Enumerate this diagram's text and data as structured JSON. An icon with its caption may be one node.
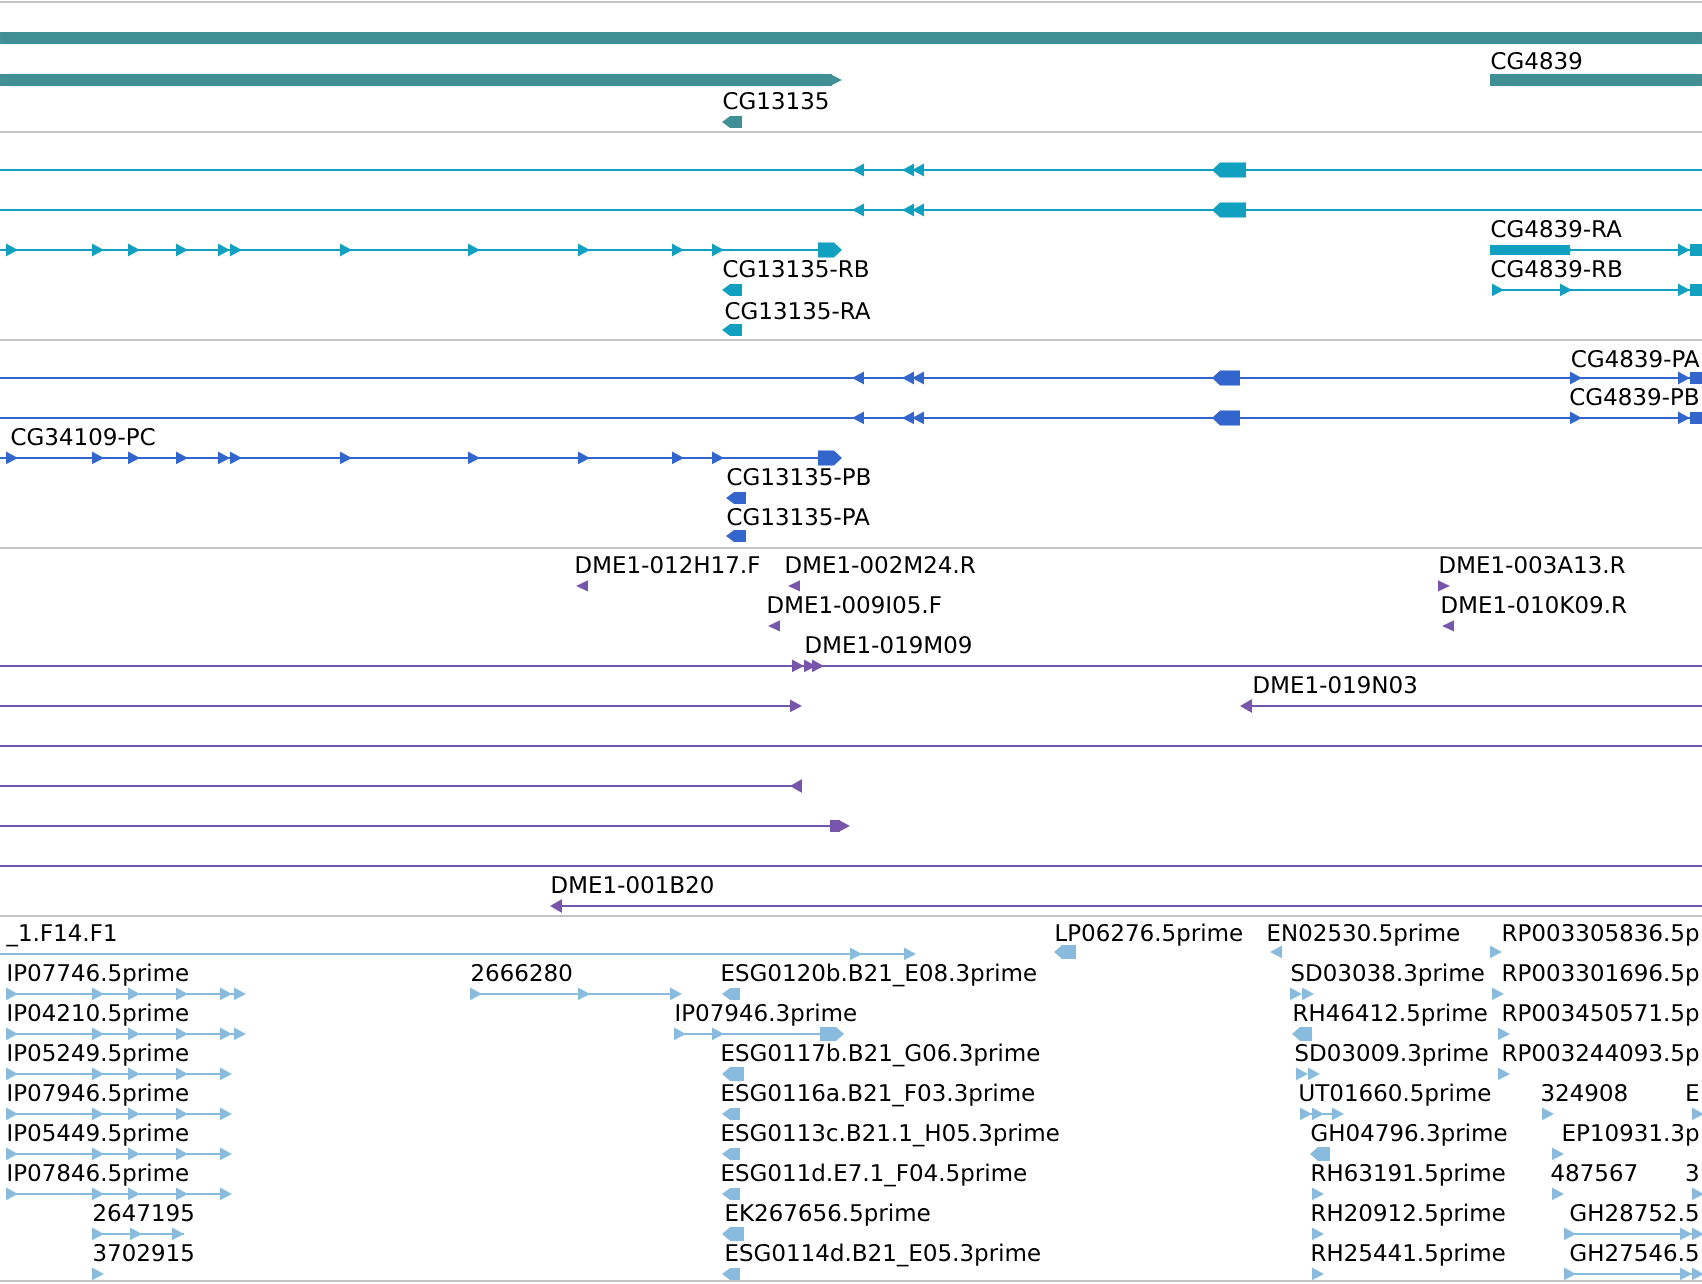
{
  "diagram": {
    "labels": [
      "CG4839",
      "CG13135",
      "CG4839-RA",
      "CG13135-RB",
      "CG4839-RB",
      "CG13135-RA",
      "CG4839-PA",
      "CG4839-PB",
      "CG34109-PC",
      "CG13135-PB",
      "CG13135-PA",
      "DME1-012H17.F",
      "DME1-002M24.R",
      "DME1-003A13.R",
      "DME1-009I05.F",
      "DME1-010K09.R",
      "DME1-019M09",
      "DME1-019N03",
      "DME1-001B20",
      "_1.F14.F1",
      "LP06276.5prime",
      "EN02530.5prime",
      "RP003305836.5p",
      "IP07746.5prime",
      "2666280",
      "ESG0120b.B21_E08.3prime",
      "SD03038.3prime",
      "RP003301696.5p",
      "IP04210.5prime",
      "IP07946.3prime",
      "RH46412.5prime",
      "RP003450571.5p",
      "IP05249.5prime",
      "ESG0117b.B21_G06.3prime",
      "SD03009.3prime",
      "RP003244093.5p",
      "IP07946.5prime",
      "ESG0116a.B21_F03.3prime",
      "UT01660.5prime",
      "324908",
      "E",
      "IP05449.5prime",
      "ESG0113c.B21.1_H05.3prime",
      "GH04796.3prime",
      "EP10931.3p",
      "IP07846.5prime",
      "ESG011d.E7.1_F04.5prime",
      "RH63191.5prime",
      "487567",
      "3",
      "2647195",
      "EK267656.5prime",
      "RH20912.5prime",
      "GH28752.5",
      "3702915",
      "ESG0114d.B21_E05.3prime",
      "RH25441.5prime",
      "GH27546.5"
    ]
  }
}
